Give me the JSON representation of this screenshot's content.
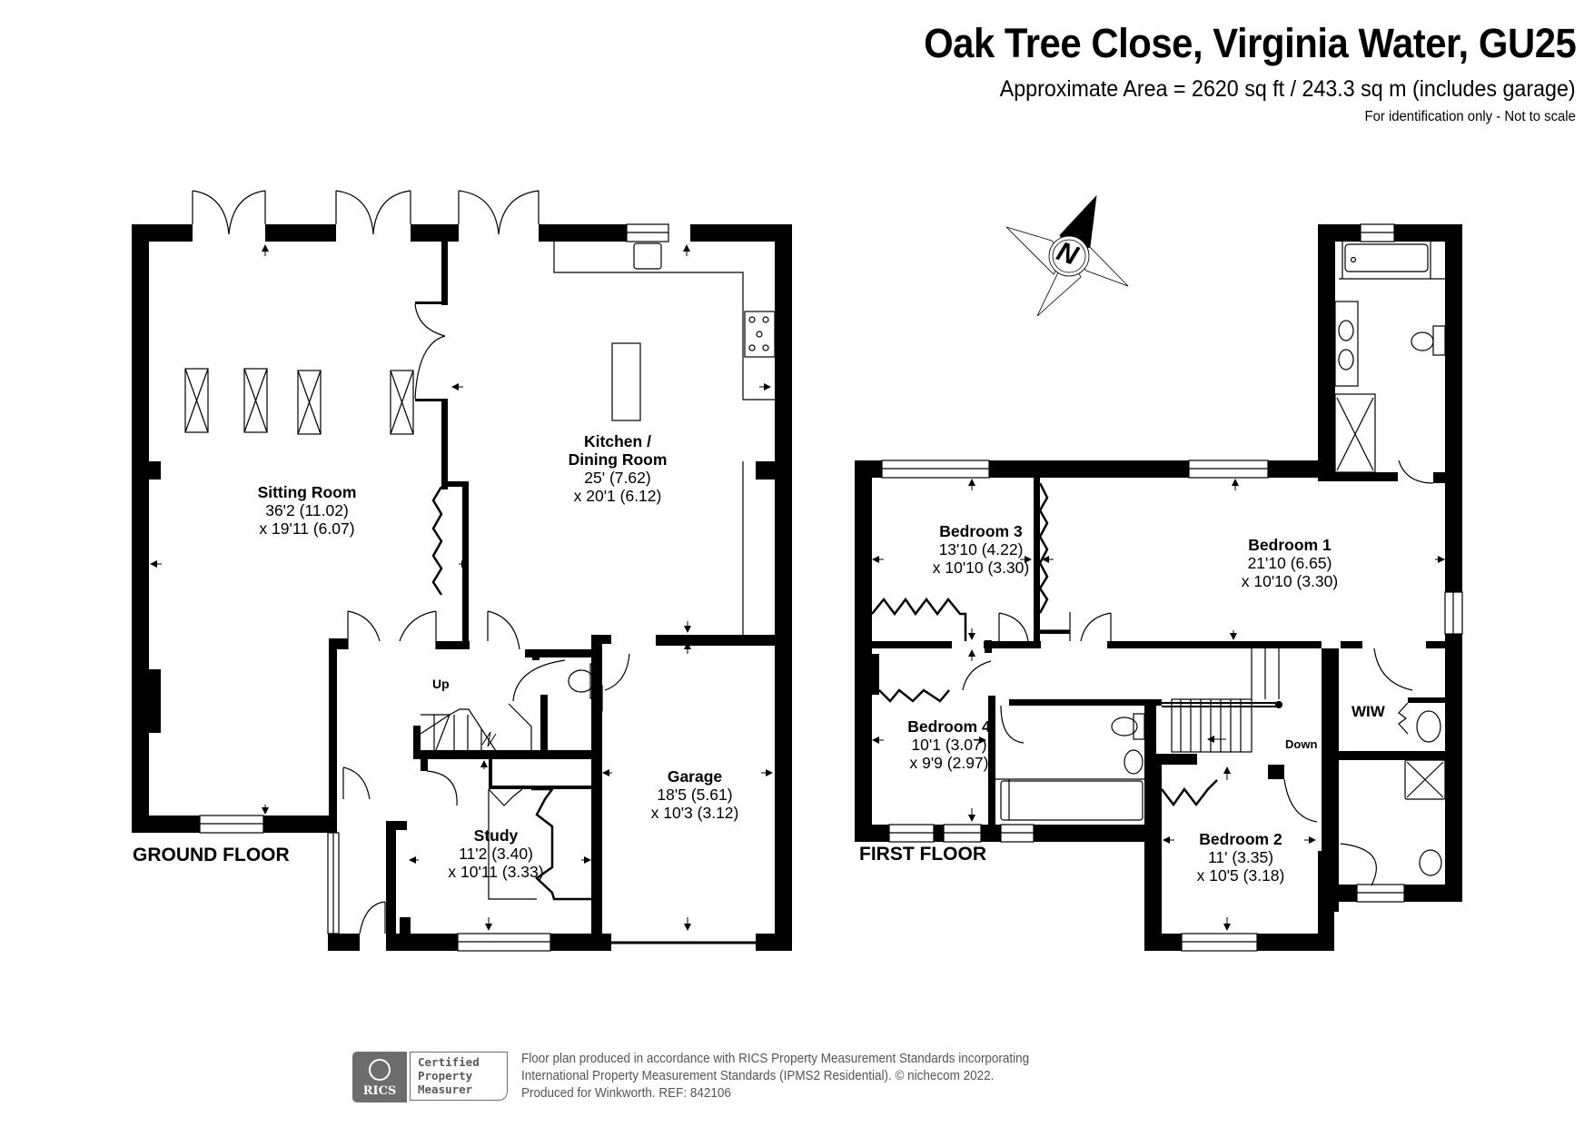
{
  "header": {
    "title": "Oak Tree Close, Virginia Water, GU25",
    "area": "Approximate Area = 2620 sq ft / 243.3 sq m (includes garage)",
    "disclaimer": "For identification only - Not to scale"
  },
  "compass": {
    "label": "N",
    "icon": "north-compass-icon"
  },
  "ground_floor": {
    "label": "GROUND FLOOR",
    "stairs_label": "Up",
    "rooms": [
      {
        "name": "Sitting Room",
        "dim1": "36'2 (11.02)",
        "dim2": "x 19'11 (6.07)"
      },
      {
        "name": "Kitchen /",
        "name2": "Dining Room",
        "dim1": "25' (7.62)",
        "dim2": "x 20'1 (6.12)"
      },
      {
        "name": "Garage",
        "dim1": "18'5 (5.61)",
        "dim2": "x 10'3 (3.12)"
      },
      {
        "name": "Study",
        "dim1": "11'2 (3.40)",
        "dim2": "x 10'11 (3.33)"
      }
    ]
  },
  "first_floor": {
    "label": "FIRST FLOOR",
    "stairs_label": "Down",
    "rooms": [
      {
        "name": "Bedroom 3",
        "dim1": "13'10 (4.22)",
        "dim2": "x 10'10 (3.30)"
      },
      {
        "name": "Bedroom 1",
        "dim1": "21'10 (6.65)",
        "dim2": "x 10'10 (3.30)"
      },
      {
        "name": "Bedroom 4",
        "dim1": "10'1 (3.07)",
        "dim2": "x 9'9 (2.97)"
      },
      {
        "name": "Bedroom 2",
        "dim1": "11' (3.35)",
        "dim2": "x 10'5 (3.18)"
      },
      {
        "name": "WIW"
      }
    ]
  },
  "footer": {
    "badge": {
      "org": "RICS",
      "line1": "Certified",
      "line2": "Property",
      "line3": "Measurer"
    },
    "text_line1": "Floor plan produced in accordance with RICS Property Measurement Standards incorporating",
    "text_line2": "International Property Measurement Standards (IPMS2 Residential).   © nichecom 2022.",
    "text_line3": "Produced for Winkworth.   REF: 842106"
  },
  "colors": {
    "wall": "#000000",
    "background": "#ffffff",
    "footer_grey": "#6d6d6d"
  }
}
